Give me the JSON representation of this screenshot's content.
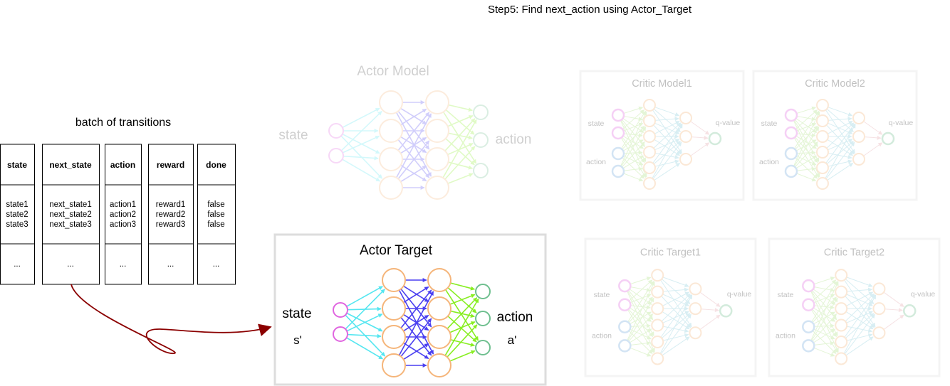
{
  "page_title": "Step5: Find next_action using Actor_Target",
  "batch": {
    "title": "batch of transitions",
    "columns": [
      {
        "header": "state",
        "values": [
          "state1",
          "state2",
          "state3"
        ],
        "ellipsis": "..."
      },
      {
        "header": "next_state",
        "values": [
          "next_state1",
          "next_state2",
          "next_state3"
        ],
        "ellipsis": "..."
      },
      {
        "header": "action",
        "values": [
          "action1",
          "action2",
          "action3"
        ],
        "ellipsis": "..."
      },
      {
        "header": "reward",
        "values": [
          "reward1",
          "reward2",
          "reward3"
        ],
        "ellipsis": "..."
      },
      {
        "header": "done",
        "values": [
          "false",
          "false",
          "false"
        ],
        "ellipsis": "..."
      }
    ]
  },
  "actor_model": {
    "title": "Actor Model",
    "input_label": "state",
    "output_label": "action"
  },
  "actor_target": {
    "title": "Actor Target",
    "input_label": "state",
    "input_sub": "s'",
    "output_label": "action",
    "output_sub": "a'"
  },
  "critics": [
    {
      "title": "Critic Model1",
      "state_label": "state",
      "action_label": "action",
      "output_label": "q-value"
    },
    {
      "title": "Critic Model2",
      "state_label": "state",
      "action_label": "action",
      "output_label": "q-value"
    },
    {
      "title": "Critic Target1",
      "state_label": "state",
      "action_label": "action",
      "output_label": "q-value"
    },
    {
      "title": "Critic Target2",
      "state_label": "state",
      "action_label": "action",
      "output_label": "q-value"
    }
  ],
  "colors": {
    "input_node": "#e066e0",
    "hidden_node": "#f5b57a",
    "output_node": "#6fbf8f",
    "action_input_node": "#6fa8dc",
    "edge_input": "#55e6f0",
    "edge_hidden": "#4a3ff0",
    "edge_output": "#88ee22",
    "critic_edge_a": "#a8e07a",
    "critic_edge_b": "#7fc8d8",
    "critic_edge_c": "#e2a0a8",
    "flow_arrow": "#8b0000",
    "box_border": "#dddddd"
  }
}
